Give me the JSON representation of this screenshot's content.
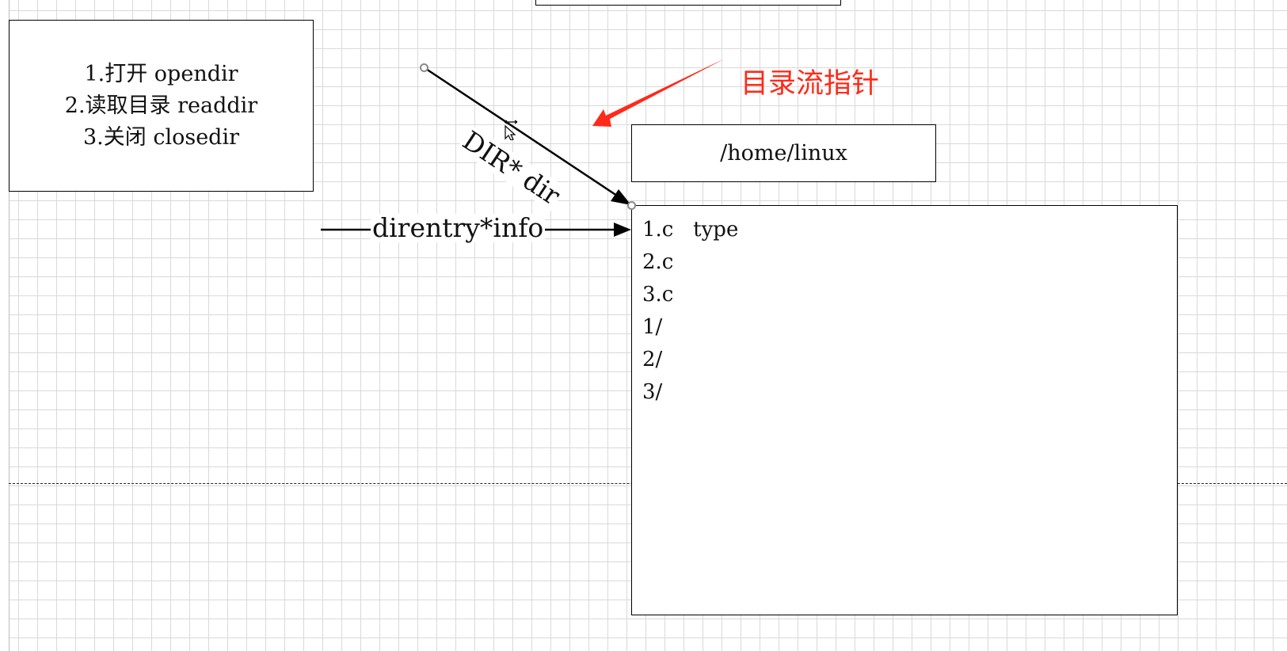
{
  "diagram": {
    "steps_box": {
      "lines": [
        "1.打开 opendir",
        "2.读取目录 readdir",
        "3.关闭 closedir"
      ]
    },
    "path_box": {
      "text": "/home/linux"
    },
    "list_box": {
      "lines": [
        "1.c   type",
        "2.c",
        "3.c",
        "1/",
        "2/",
        "3/"
      ]
    },
    "connectors": {
      "dir_pointer": {
        "label": "DIR* dir"
      },
      "entry_pointer": {
        "label": "direntry*info"
      }
    },
    "annotation": {
      "text": "目录流指针",
      "color": "#ff2a1a"
    },
    "colors": {
      "grid": "#d9d9d9",
      "stroke": "#000000",
      "page_break": "#222222"
    }
  }
}
